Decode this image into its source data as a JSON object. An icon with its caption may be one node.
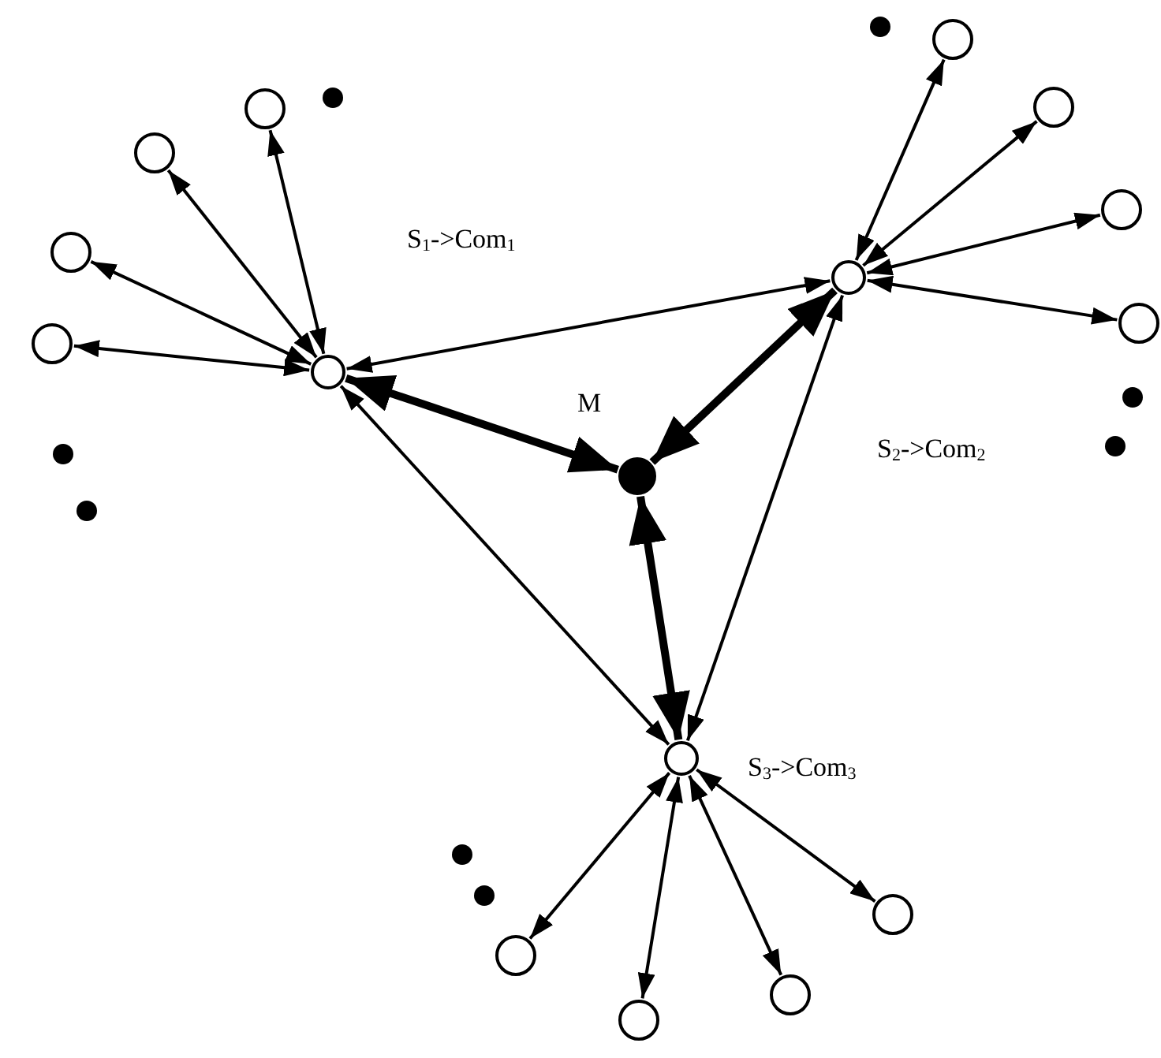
{
  "diagram": {
    "nodes": [
      {
        "text": [],
        "shape": "circle"
      },
      {
        "text": [],
        "shape": "circle"
      },
      {
        "text": [],
        "shape": "circle",
        "beside": [
          "M"
        ]
      },
      {
        "text": [],
        "shape": "circle",
        "beside": [
          "S$_{3}$->Com$_{3}$"
        ]
      },
      {
        "text": [],
        "shape": "circle"
      },
      {
        "text": [],
        "shape": "circle"
      },
      {
        "text": [],
        "shape": "circle"
      },
      {
        "text": [],
        "shape": "circle"
      },
      {
        "text": [],
        "shape": "circle"
      },
      {
        "text": [],
        "shape": "circle"
      },
      {
        "text": [],
        "shape": "circle"
      },
      {
        "text": [],
        "shape": "circle"
      },
      {
        "text": [],
        "shape": "circle"
      },
      {
        "text": [],
        "shape": "circle"
      },
      {
        "text": [],
        "shape": "circle"
      },
      {
        "text": [],
        "shape": "circle"
      }
    ],
    "edges": [
      {
        "from": 0,
        "to": 4,
        "arrow": "both"
      },
      {
        "from": 0,
        "to": 5,
        "arrow": "both"
      },
      {
        "from": 0,
        "to": 6,
        "arrow": "both"
      },
      {
        "from": 0,
        "to": 7,
        "arrow": "both"
      },
      {
        "from": 1,
        "to": 8,
        "arrow": "both"
      },
      {
        "from": 1,
        "to": 9,
        "arrow": "both"
      },
      {
        "from": 1,
        "to": 10,
        "arrow": "both"
      },
      {
        "from": 1,
        "to": 11,
        "arrow": "both"
      },
      {
        "from": 3,
        "to": 12,
        "arrow": "both"
      },
      {
        "from": 3,
        "to": 13,
        "arrow": "both"
      },
      {
        "from": 3,
        "to": 14,
        "arrow": "both"
      },
      {
        "from": 3,
        "to": 15,
        "arrow": "both"
      },
      {
        "from": 0,
        "to": 1,
        "arrow": "both"
      },
      {
        "from": 0,
        "to": 3,
        "arrow": "both"
      },
      {
        "from": 1,
        "to": 3,
        "arrow": "both"
      },
      {
        "from": 0,
        "to": 2,
        "arrow": "both",
        "style": "thick"
      },
      {
        "from": 1,
        "to": 2,
        "arrow": "both",
        "style": "thick"
      },
      {
        "from": 3,
        "to": 2,
        "arrow": "both",
        "style": "thick"
      }
    ],
    "labels": [
      "S$_{1}$->Com$_{1}$",
      "S$_{2}$->Com$_{2}$"
    ]
  }
}
